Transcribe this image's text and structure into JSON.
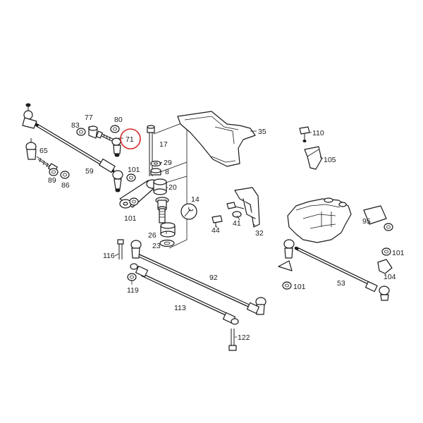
{
  "diagram": {
    "highlight_color": "#d42a2a",
    "line_color": "#1a1a1a",
    "labels": {
      "p8": "8",
      "p14": "14",
      "p17": "17",
      "p20": "20",
      "p23": "23",
      "p26": "26",
      "p29": "29",
      "p32": "32",
      "p35": "35",
      "p41": "41",
      "p44": "44",
      "p53": "53",
      "p59": "59",
      "p65": "65",
      "p71": "71",
      "p77": "77",
      "p80": "80",
      "p83": "83",
      "p86": "86",
      "p89": "89",
      "p92": "92",
      "p95": "95",
      "p101a": "101",
      "p101b": "101",
      "p101c": "101",
      "p101d": "101",
      "p104": "104",
      "p105": "105",
      "p110": "110",
      "p113": "113",
      "p116": "116",
      "p119": "119",
      "p122": "122"
    },
    "highlighted": "71"
  }
}
